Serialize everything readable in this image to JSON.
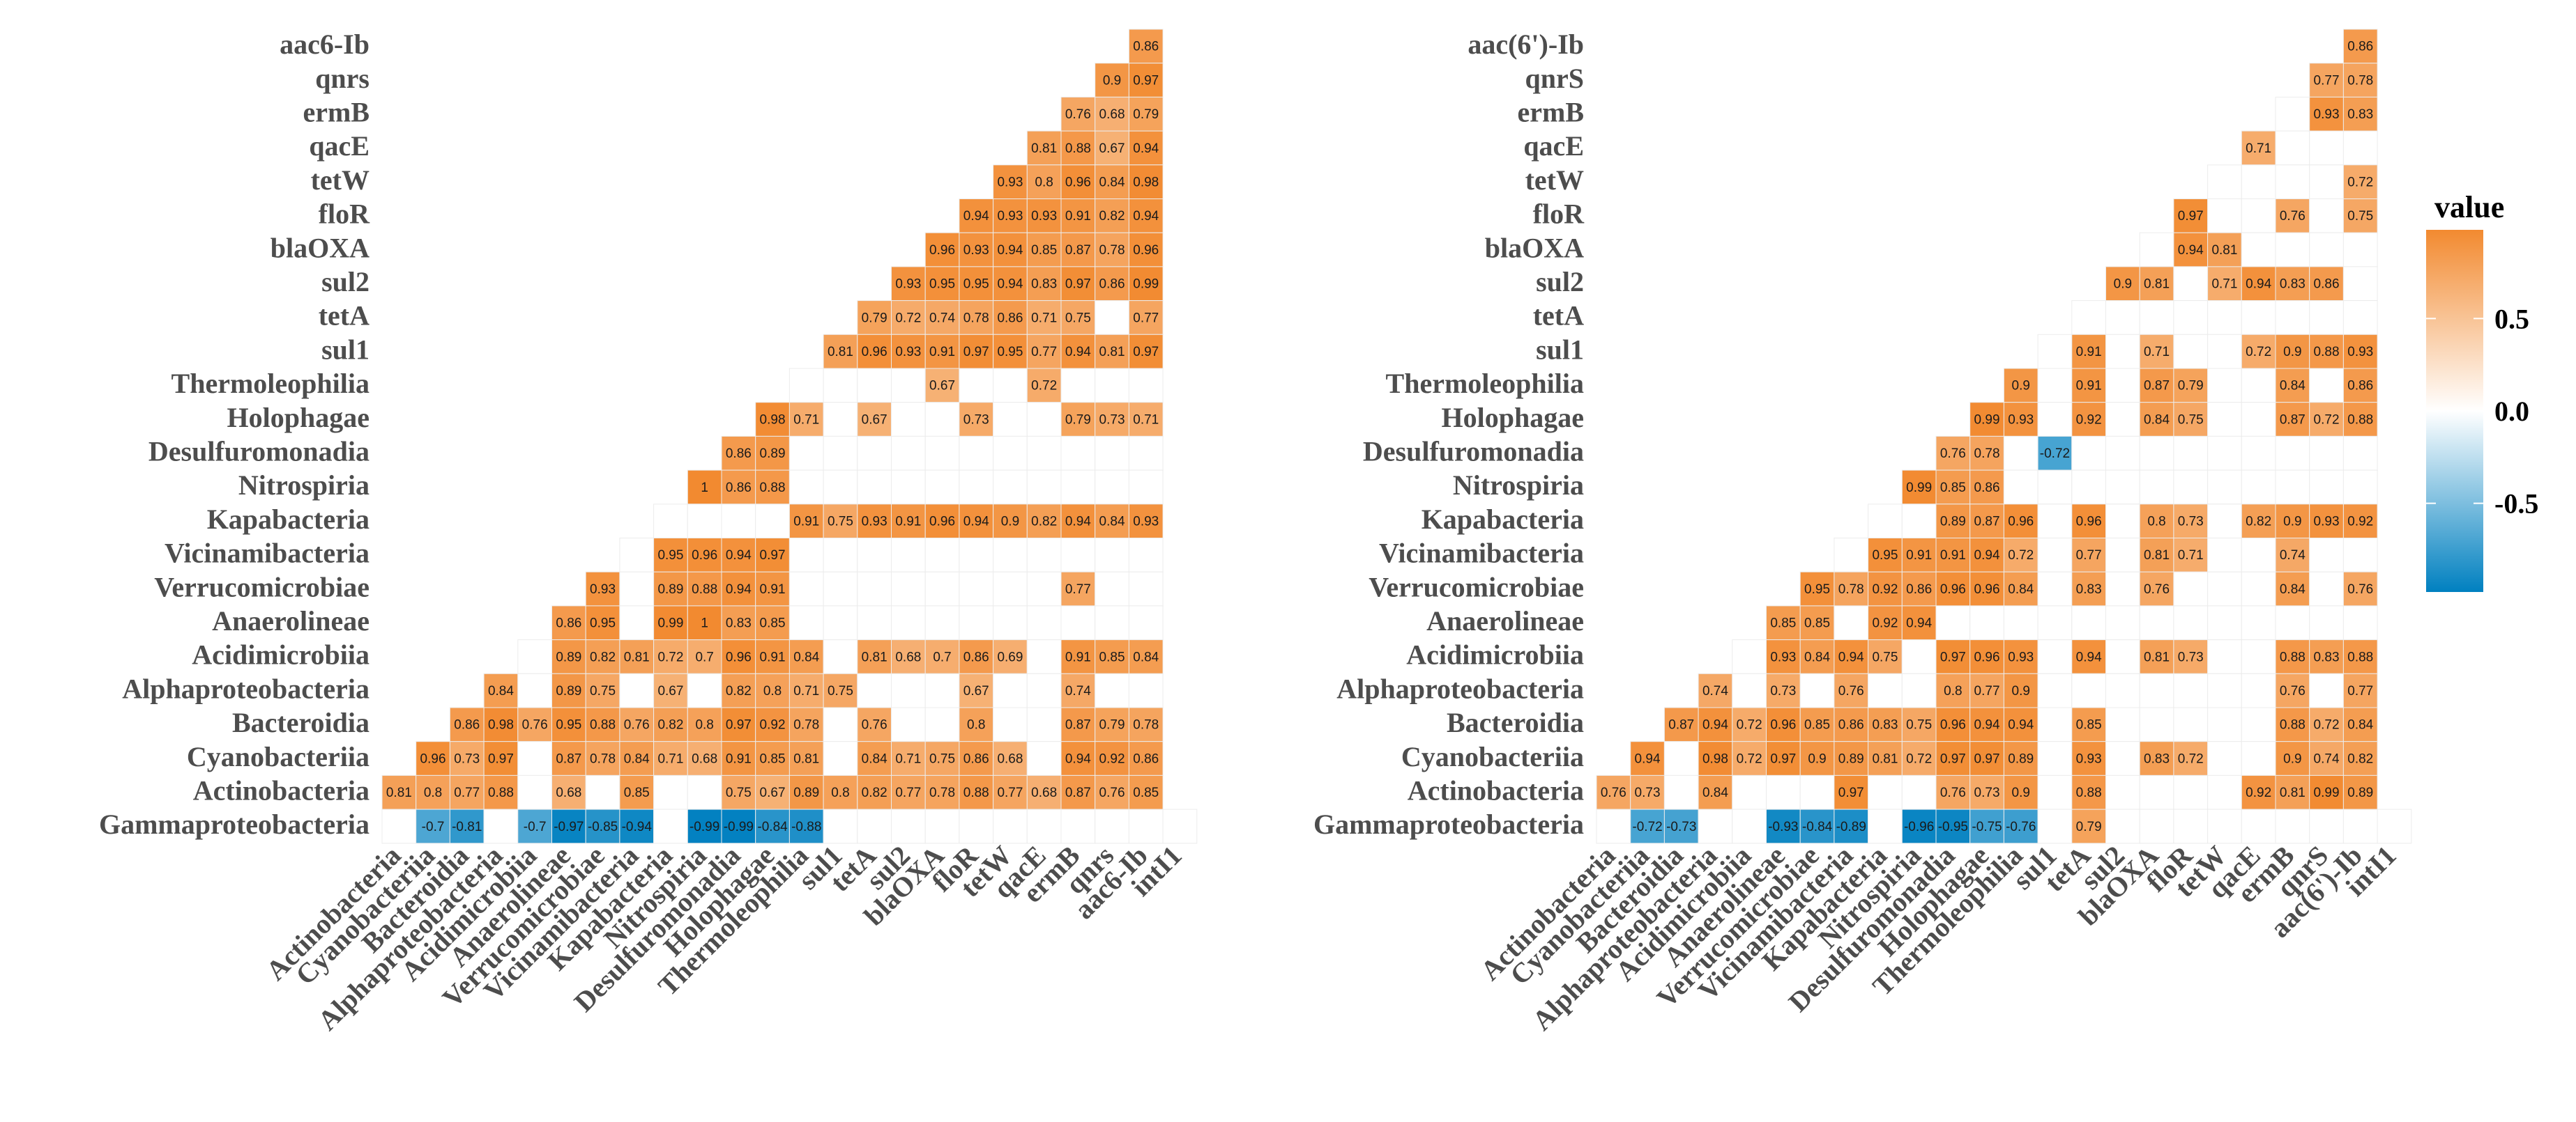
{
  "chart_data": [
    {
      "type": "heatmap",
      "title": "",
      "x_labels": [
        "Actinobacteria",
        "Cyanobacteriia",
        "Bacteroidia",
        "Alphaproteobacteria",
        "Acidimicrobiia",
        "Anaerolineae",
        "Verrucomicrobiae",
        "Vicinamibacteria",
        "Kapabacteria",
        "Nitrospiria",
        "Desulfuromonadia",
        "Holophagae",
        "Thermoleophilia",
        "sul1",
        "tetA",
        "sul2",
        "blaOXA",
        "floR",
        "tetW",
        "qacE",
        "ermB",
        "qnrs",
        "aac6-Ib",
        "intI1"
      ],
      "y_labels_top_to_bottom": [
        "aac6-Ib",
        "qnrs",
        "ermB",
        "qacE",
        "tetW",
        "floR",
        "blaOXA",
        "sul2",
        "tetA",
        "sul1",
        "Thermoleophilia",
        "Holophagae",
        "Desulfuromonadia",
        "Nitrospiria",
        "Kapabacteria",
        "Vicinamibacteria",
        "Verrucomicrobiae",
        "Anaerolineae",
        "Acidimicrobiia",
        "Alphaproteobacteria",
        "Bacteroidia",
        "Cyanobacteriia",
        "Actinobacteria",
        "Gammaproteobacteria"
      ],
      "rows": {
        "Gammaproteobacteria": [
          null,
          -0.7,
          -0.81,
          null,
          -0.7,
          -0.97,
          -0.85,
          -0.94,
          null,
          -0.99,
          -0.99,
          -0.84,
          -0.88,
          null,
          null,
          null,
          null,
          null,
          null,
          null,
          null,
          null,
          null,
          null
        ],
        "Actinobacteria": [
          0.81,
          0.8,
          0.77,
          0.88,
          null,
          0.68,
          null,
          0.85,
          null,
          null,
          0.75,
          0.67,
          0.89,
          0.8,
          0.82,
          0.77,
          0.78,
          0.88,
          0.77,
          0.68,
          0.87,
          0.76,
          0.85
        ],
        "Cyanobacteriia": [
          0.96,
          0.73,
          0.97,
          null,
          0.87,
          0.78,
          0.84,
          0.71,
          0.68,
          0.91,
          0.85,
          0.81,
          null,
          0.84,
          0.71,
          0.75,
          0.86,
          0.68,
          null,
          0.94,
          0.92,
          0.86
        ],
        "Bacteroidia": [
          0.86,
          0.98,
          0.76,
          0.95,
          0.88,
          0.76,
          0.82,
          0.8,
          0.97,
          0.92,
          0.78,
          null,
          0.76,
          null,
          null,
          0.8,
          null,
          null,
          0.87,
          0.79,
          0.78
        ],
        "Alphaproteobacteria": [
          0.84,
          null,
          0.89,
          0.75,
          null,
          0.67,
          null,
          0.82,
          0.8,
          0.71,
          0.75,
          null,
          null,
          null,
          0.67,
          null,
          null,
          0.74,
          null,
          null
        ],
        "Acidimicrobiia": [
          null,
          0.89,
          0.82,
          0.81,
          0.72,
          0.7,
          0.96,
          0.91,
          0.84,
          null,
          0.81,
          0.68,
          0.7,
          0.86,
          0.69,
          null,
          0.91,
          0.85,
          0.84
        ],
        "Anaerolineae": [
          0.86,
          0.95,
          null,
          0.99,
          1,
          0.83,
          0.85,
          null,
          null,
          null,
          null,
          null,
          null,
          null,
          null,
          null,
          null,
          null
        ],
        "Verrucomicrobiae": [
          0.93,
          null,
          0.89,
          0.88,
          0.94,
          0.91,
          null,
          null,
          null,
          null,
          null,
          null,
          null,
          null,
          0.77,
          null,
          null
        ],
        "Vicinamibacteria": [
          null,
          0.95,
          0.96,
          0.94,
          0.97,
          null,
          null,
          null,
          null,
          null,
          null,
          null,
          null,
          null,
          null,
          null
        ],
        "Kapabacteria": [
          null,
          null,
          null,
          null,
          0.91,
          0.75,
          0.93,
          0.91,
          0.96,
          0.94,
          0.9,
          0.82,
          0.94,
          0.84,
          0.93
        ],
        "Nitrospiria": [
          1,
          0.86,
          0.88,
          null,
          null,
          null,
          null,
          null,
          null,
          null,
          null,
          null,
          null,
          null
        ],
        "Desulfuromonadia": [
          0.86,
          0.89,
          null,
          null,
          null,
          null,
          null,
          null,
          null,
          null,
          null,
          null,
          null
        ],
        "Holophagae": [
          0.98,
          0.71,
          null,
          0.67,
          null,
          null,
          0.73,
          null,
          null,
          0.79,
          0.73,
          0.71
        ],
        "Thermoleophilia": [
          null,
          null,
          null,
          null,
          0.67,
          null,
          null,
          0.72,
          null,
          null,
          null
        ],
        "sul1": [
          0.81,
          0.96,
          0.93,
          0.91,
          0.97,
          0.95,
          0.77,
          0.94,
          0.81,
          0.97
        ],
        "tetA": [
          0.79,
          0.72,
          0.74,
          0.78,
          0.86,
          0.71,
          0.75,
          null,
          0.77
        ],
        "sul2": [
          0.93,
          0.95,
          0.95,
          0.94,
          0.83,
          0.97,
          0.86,
          0.99
        ],
        "blaOXA": [
          0.96,
          0.93,
          0.94,
          0.85,
          0.87,
          0.78,
          0.96
        ],
        "floR": [
          0.94,
          0.93,
          0.93,
          0.91,
          0.82,
          0.94
        ],
        "tetW": [
          0.93,
          0.8,
          0.96,
          0.84,
          0.98
        ],
        "qacE": [
          0.81,
          0.88,
          0.67,
          0.94
        ],
        "ermB": [
          0.76,
          0.68,
          0.79
        ],
        "qnrs": [
          0.9,
          0.97
        ],
        "aac6-Ib": [
          0.86
        ]
      },
      "color_scale": {
        "low": "#0080c0",
        "mid": "#ffffff",
        "high": "#f28a30",
        "range": [
          -1,
          1
        ]
      }
    },
    {
      "type": "heatmap",
      "title": "",
      "x_labels": [
        "Actinobacteria",
        "Cyanobacteriia",
        "Bacteroidia",
        "Alphaproteobacteria",
        "Acidimicrobiia",
        "Anaerolineae",
        "Verrucomicrobiae",
        "Vicinamibacteria",
        "Kapabacteria",
        "Nitrospiria",
        "Desulfuromonadia",
        "Holophagae",
        "Thermoleophilia",
        "sul1",
        "tetA",
        "sul2",
        "blaOXA",
        "floR",
        "tetW",
        "qacE",
        "ermB",
        "qnrS",
        "aac(6')-Ib",
        "intI1"
      ],
      "y_labels_top_to_bottom": [
        "aac(6')-Ib",
        "qnrS",
        "ermB",
        "qacE",
        "tetW",
        "floR",
        "blaOXA",
        "sul2",
        "tetA",
        "sul1",
        "Thermoleophilia",
        "Holophagae",
        "Desulfuromonadia",
        "Nitrospiria",
        "Kapabacteria",
        "Vicinamibacteria",
        "Verrucomicrobiae",
        "Anaerolineae",
        "Acidimicrobiia",
        "Alphaproteobacteria",
        "Bacteroidia",
        "Cyanobacteriia",
        "Actinobacteria",
        "Gammaproteobacteria"
      ],
      "rows": {
        "Gammaproteobacteria": [
          null,
          -0.72,
          -0.73,
          null,
          null,
          -0.93,
          -0.84,
          -0.89,
          null,
          -0.96,
          -0.95,
          -0.75,
          -0.76,
          null,
          0.79,
          null,
          null,
          null,
          null,
          null,
          null,
          null,
          null,
          null
        ],
        "Actinobacteria": [
          0.76,
          0.73,
          null,
          0.84,
          null,
          null,
          null,
          0.97,
          null,
          null,
          0.76,
          0.73,
          0.9,
          null,
          0.88,
          null,
          null,
          null,
          null,
          0.92,
          0.81,
          0.99,
          0.89
        ],
        "Cyanobacteriia": [
          0.94,
          null,
          0.98,
          0.72,
          0.97,
          0.9,
          0.89,
          0.81,
          0.72,
          0.97,
          0.97,
          0.89,
          null,
          0.93,
          null,
          0.83,
          0.72,
          null,
          null,
          0.9,
          0.74,
          0.82
        ],
        "Bacteroidia": [
          0.87,
          0.94,
          0.72,
          0.96,
          0.85,
          0.86,
          0.83,
          0.75,
          0.96,
          0.94,
          0.94,
          null,
          0.85,
          null,
          null,
          null,
          null,
          null,
          0.88,
          0.72,
          0.84
        ],
        "Alphaproteobacteria": [
          0.74,
          null,
          0.73,
          null,
          0.76,
          null,
          null,
          0.8,
          0.77,
          0.9,
          null,
          null,
          null,
          null,
          null,
          null,
          null,
          0.76,
          null,
          0.77
        ],
        "Acidimicrobiia": [
          null,
          0.93,
          0.84,
          0.94,
          0.75,
          null,
          0.97,
          0.96,
          0.93,
          null,
          0.94,
          null,
          0.81,
          0.73,
          null,
          null,
          0.88,
          0.83,
          0.88
        ],
        "Anaerolineae": [
          0.85,
          0.85,
          null,
          0.92,
          0.94,
          null,
          null,
          null,
          null,
          null,
          null,
          null,
          null,
          null,
          null,
          null,
          null,
          null
        ],
        "Verrucomicrobiae": [
          0.95,
          0.78,
          0.92,
          0.86,
          0.96,
          0.96,
          0.84,
          null,
          0.83,
          null,
          0.76,
          null,
          null,
          null,
          0.84,
          null,
          0.76
        ],
        "Vicinamibacteria": [
          null,
          0.95,
          0.91,
          0.91,
          0.94,
          0.72,
          null,
          0.77,
          null,
          0.81,
          0.71,
          null,
          null,
          0.74,
          null,
          null
        ],
        "Kapabacteria": [
          null,
          null,
          0.89,
          0.87,
          0.96,
          null,
          0.96,
          null,
          0.8,
          0.73,
          null,
          0.82,
          0.9,
          0.93,
          0.92
        ],
        "Nitrospiria": [
          0.99,
          0.85,
          0.86,
          null,
          null,
          null,
          null,
          null,
          null,
          null,
          null,
          null,
          null,
          null
        ],
        "Desulfuromonadia": [
          0.76,
          0.78,
          null,
          -0.72,
          null,
          null,
          null,
          null,
          null,
          null,
          null,
          null,
          null
        ],
        "Holophagae": [
          0.99,
          0.93,
          null,
          0.92,
          null,
          0.84,
          0.75,
          null,
          null,
          0.87,
          0.72,
          0.88
        ],
        "Thermoleophilia": [
          0.9,
          null,
          0.91,
          null,
          0.87,
          0.79,
          null,
          null,
          0.84,
          null,
          0.86
        ],
        "sul1": [
          null,
          0.91,
          null,
          0.71,
          null,
          null,
          0.72,
          0.9,
          0.88,
          0.93
        ],
        "tetA": [
          null,
          null,
          null,
          null,
          null,
          null,
          null,
          null,
          null
        ],
        "sul2": [
          0.9,
          0.81,
          null,
          0.71,
          0.94,
          0.83,
          0.86,
          null
        ],
        "blaOXA": [
          null,
          0.94,
          0.81,
          null,
          null,
          null,
          null
        ],
        "floR": [
          0.97,
          null,
          null,
          0.76,
          null,
          0.75
        ],
        "tetW": [
          null,
          null,
          null,
          null,
          0.72
        ],
        "qacE": [
          0.71,
          null,
          null,
          null
        ],
        "ermB": [
          null,
          0.93,
          0.83
        ],
        "qnrS": [
          0.77,
          0.78
        ],
        "aac(6')-Ib": [
          0.86
        ]
      },
      "color_scale": {
        "low": "#0080c0",
        "mid": "#ffffff",
        "high": "#f28a30",
        "range": [
          -1,
          1
        ]
      }
    }
  ],
  "legend": {
    "title": "value",
    "ticks": [
      "0.5",
      "0.0",
      "-0.5"
    ],
    "tick_values": [
      0.5,
      0.0,
      -0.5
    ],
    "range": [
      -0.98,
      0.98
    ]
  }
}
